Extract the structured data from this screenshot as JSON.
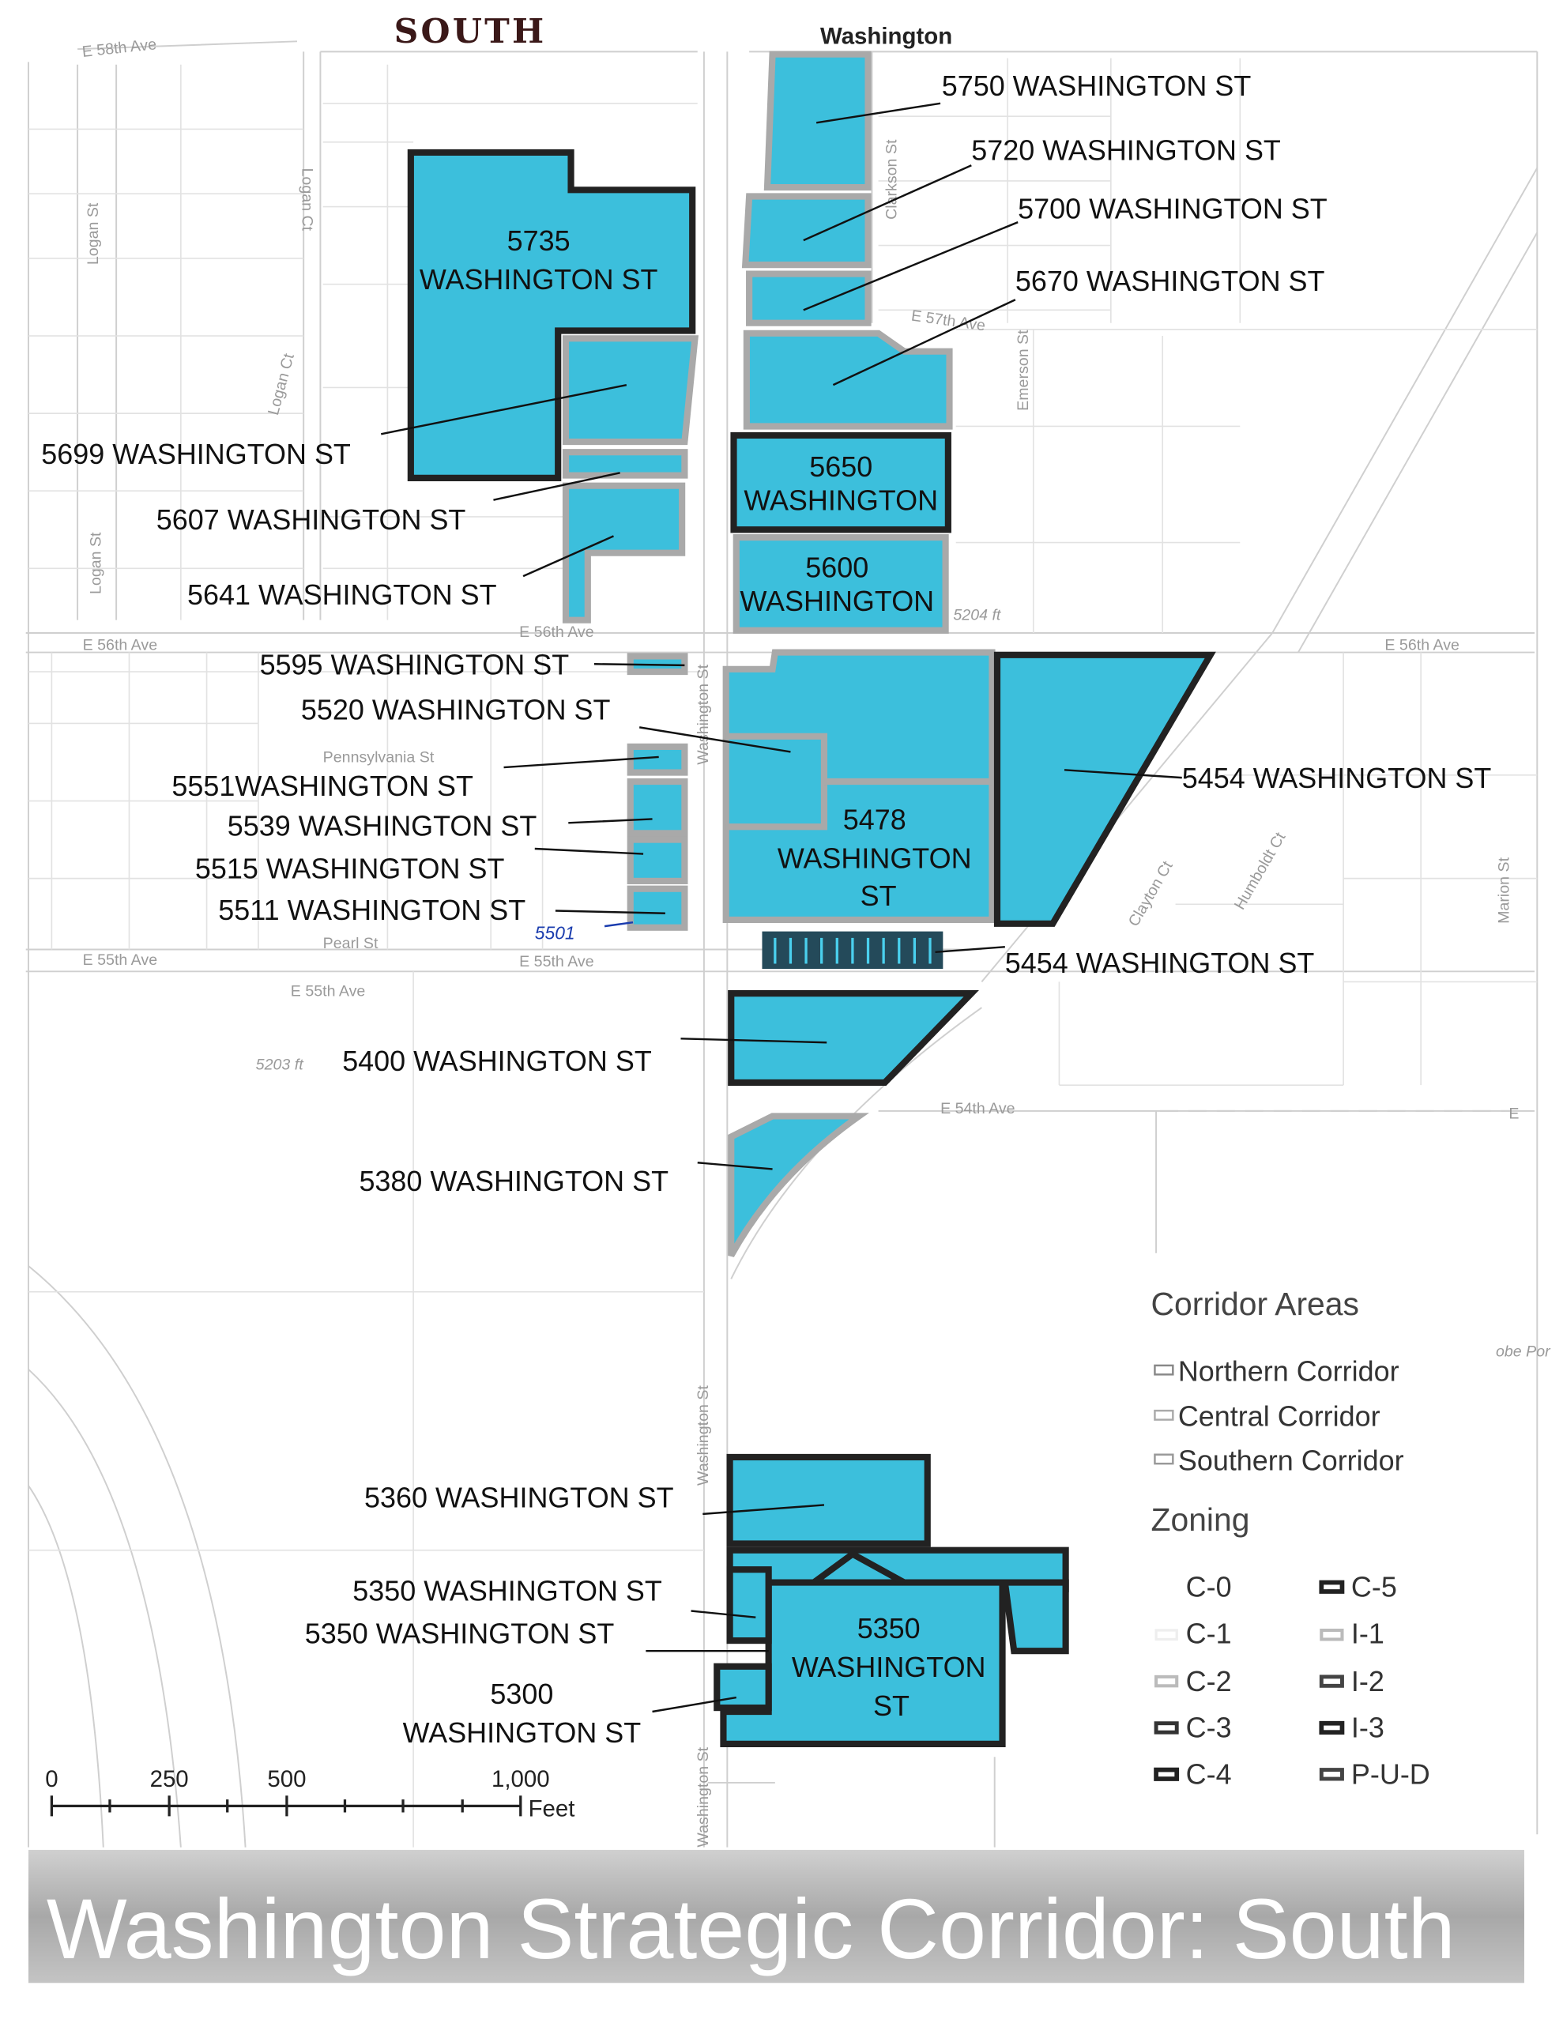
{
  "handwritten_title": "SOUTH",
  "handwritten_note": "5501",
  "top_street_partial": "Washington",
  "streets": {
    "e58": "E 58th Ave",
    "logan_st": "Logan St",
    "logan_ct": "Logan Ct",
    "logan_st2": "Logan St",
    "logan_ct2": "Logan Ct",
    "clarkson": "Clarkson St",
    "emerson": "Emerson St",
    "e57": "E 57th Ave",
    "e56_w": "E 56th Ave",
    "e56_c": "E 56th Ave",
    "e56_e": "E 56th Ave",
    "washington1": "Washington St",
    "washington2": "Washington St",
    "washington3": "Washington St",
    "e55_w": "E 55th Ave",
    "e55_c": "E 55th Ave",
    "e55_s": "E 55th Ave",
    "e54": "E 54th Ave",
    "marion": "Marion St",
    "pennsylvania": "Pennsylvania St",
    "pearl": "Pearl St",
    "humboldt": "Humboldt Ct",
    "clayton": "Clayton Ct",
    "elev1": "5204 ft",
    "elev2": "5203 ft",
    "edge": "E",
    "edge2": "obe Por"
  },
  "parcels": {
    "p5750": "5750 WASHINGTON ST",
    "p5720": "5720 WASHINGTON ST",
    "p5700": "5700 WASHINGTON ST",
    "p5670": "5670 WASHINGTON ST",
    "p5735a": "5735",
    "p5735b": "WASHINGTON ST",
    "p5699": "5699 WASHINGTON ST",
    "p5607": "5607 WASHINGTON ST",
    "p5641": "5641 WASHINGTON ST",
    "p5650a": "5650",
    "p5650b": "WASHINGTON",
    "p5600a": "5600",
    "p5600b": "WASHINGTON",
    "p5595": "5595 WASHINGTON ST",
    "p5520": "5520 WASHINGTON ST",
    "p5551": "5551WASHINGTON ST",
    "p5539": "5539 WASHINGTON ST",
    "p5515": "5515 WASHINGTON ST",
    "p5511": "5511 WASHINGTON ST",
    "p5478a": "5478",
    "p5478b": "WASHINGTON",
    "p5478c": "ST",
    "p5454a": "5454 WASHINGTON ST",
    "p5454b": "5454 WASHINGTON ST",
    "p5400": "5400 WASHINGTON ST",
    "p5380": "5380 WASHINGTON ST",
    "p5360": "5360 WASHINGTON ST",
    "p5350a": "5350 WASHINGTON ST",
    "p5350b": "5350 WASHINGTON ST",
    "p5350c1": "5350",
    "p5350c2": "WASHINGTON",
    "p5350c3": "ST",
    "p5300a": "5300",
    "p5300b": "WASHINGTON ST"
  },
  "legend": {
    "corridor_title": "Corridor Areas",
    "corridors": [
      "Northern Corridor",
      "Central Corridor",
      "Southern Corridor"
    ],
    "zoning_title": "Zoning",
    "zoning_left": [
      "C-0",
      "C-1",
      "C-2",
      "C-3",
      "C-4"
    ],
    "zoning_right": [
      "C-5",
      "I-1",
      "I-2",
      "I-3",
      "P-U-D"
    ]
  },
  "scale_bar": {
    "ticks": [
      "0",
      "250",
      "500",
      "1,000"
    ],
    "unit": "Feet"
  },
  "title": "Washington Strategic Corridor: South",
  "colors": {
    "parcel_fill": "#3cbfdc",
    "zone_outline_dark": "#222222",
    "zone_outline_gray": "#a9a9a9"
  }
}
